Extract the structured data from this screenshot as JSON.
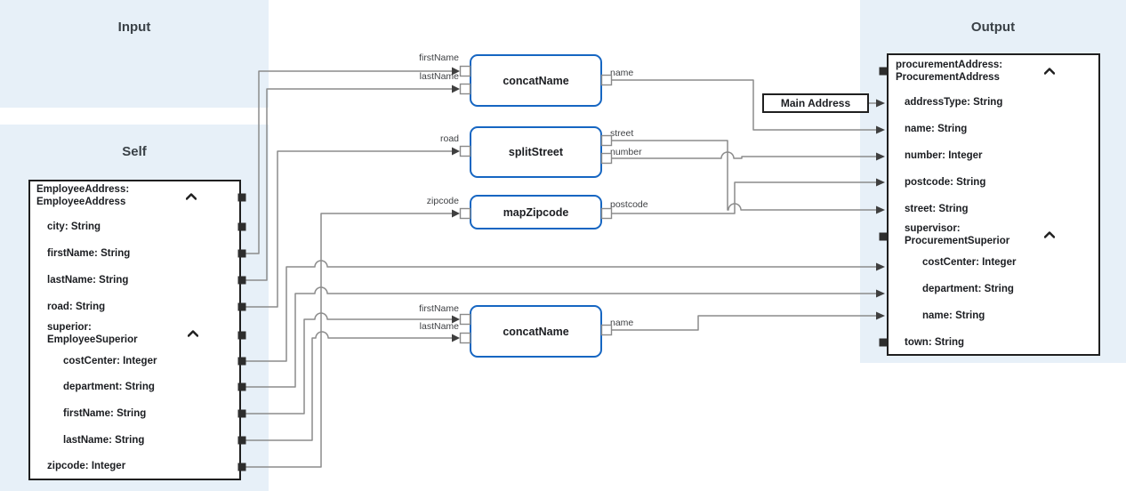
{
  "panels": {
    "input": {
      "title": "Input"
    },
    "self": {
      "title": "Self"
    },
    "output": {
      "title": "Output"
    }
  },
  "self_box": {
    "items": [
      {
        "label": "EmployeeAddress:\nEmployeeAddress"
      },
      {
        "label": "city: String"
      },
      {
        "label": "firstName: String"
      },
      {
        "label": "lastName: String"
      },
      {
        "label": "road: String"
      },
      {
        "label": "superior:\nEmployeeSuperior"
      },
      {
        "label": "costCenter: Integer"
      },
      {
        "label": "department: String"
      },
      {
        "label": "firstName: String"
      },
      {
        "label": "lastName: String"
      },
      {
        "label": "zipcode: Integer"
      }
    ]
  },
  "output_box": {
    "items": [
      {
        "label": "procurementAddress:\nProcurementAddress"
      },
      {
        "label": "addressType: String"
      },
      {
        "label": "name: String"
      },
      {
        "label": "number: Integer"
      },
      {
        "label": "postcode: String"
      },
      {
        "label": "street: String"
      },
      {
        "label": "supervisor:\nProcurementSuperior"
      },
      {
        "label": "costCenter: Integer"
      },
      {
        "label": "department: String"
      },
      {
        "label": "name: String"
      },
      {
        "label": "town: String"
      }
    ]
  },
  "transforms": [
    {
      "name": "concatName",
      "in1": "firstName",
      "in2": "lastName",
      "out1": "name"
    },
    {
      "name": "splitStreet",
      "in1": "road",
      "out1": "street",
      "out2": "number"
    },
    {
      "name": "mapZipcode",
      "in1": "zipcode",
      "out1": "postcode"
    },
    {
      "name": "concatName",
      "in1": "firstName",
      "in2": "lastName",
      "out1": "name"
    }
  ],
  "main_address": {
    "label": "Main Address"
  },
  "colors": {
    "panel_bg": "#e7f0f8",
    "transform_border": "#1666c2",
    "wire": "#8c8c8c",
    "arrowhead": "#3f3f3f",
    "port_square": "#2d2d2d",
    "box_border": "#1f1f1f"
  }
}
